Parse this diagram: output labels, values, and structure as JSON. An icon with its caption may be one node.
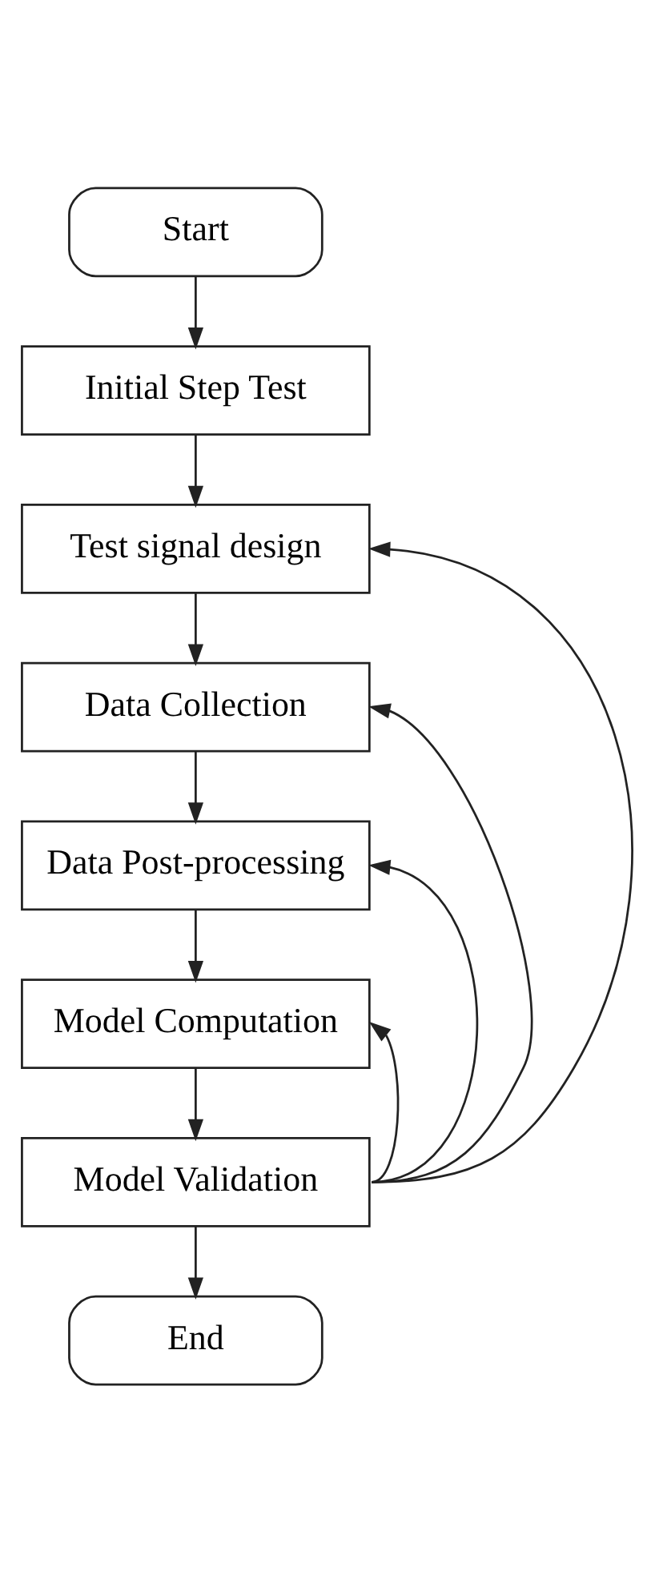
{
  "diagram": {
    "nodes": [
      {
        "text": [
          "Start"
        ]
      },
      {
        "text": [
          "Initial Step Test"
        ]
      },
      {
        "text": [
          "Test signal design"
        ]
      },
      {
        "text": [
          "Data Collection"
        ]
      },
      {
        "text": [
          "Data Post-processing"
        ]
      },
      {
        "text": [
          "Model Computation"
        ]
      },
      {
        "text": [
          "Model Validation"
        ]
      },
      {
        "text": [
          "End"
        ]
      }
    ],
    "edges": [
      {
        "from": 0,
        "to": 1,
        "arrow": "to"
      },
      {
        "from": 1,
        "to": 2,
        "arrow": "to"
      },
      {
        "from": 2,
        "to": 3,
        "arrow": "to"
      },
      {
        "from": 3,
        "to": 4,
        "arrow": "to"
      },
      {
        "from": 4,
        "to": 5,
        "arrow": "to"
      },
      {
        "from": 5,
        "to": 6,
        "arrow": "to"
      },
      {
        "from": 6,
        "to": 7,
        "arrow": "to"
      },
      {
        "from": 6,
        "to": 2,
        "arrow": "to"
      },
      {
        "from": 6,
        "to": 3,
        "arrow": "to"
      },
      {
        "from": 6,
        "to": 4,
        "arrow": "to"
      },
      {
        "from": 6,
        "to": 5,
        "arrow": "to"
      }
    ]
  }
}
